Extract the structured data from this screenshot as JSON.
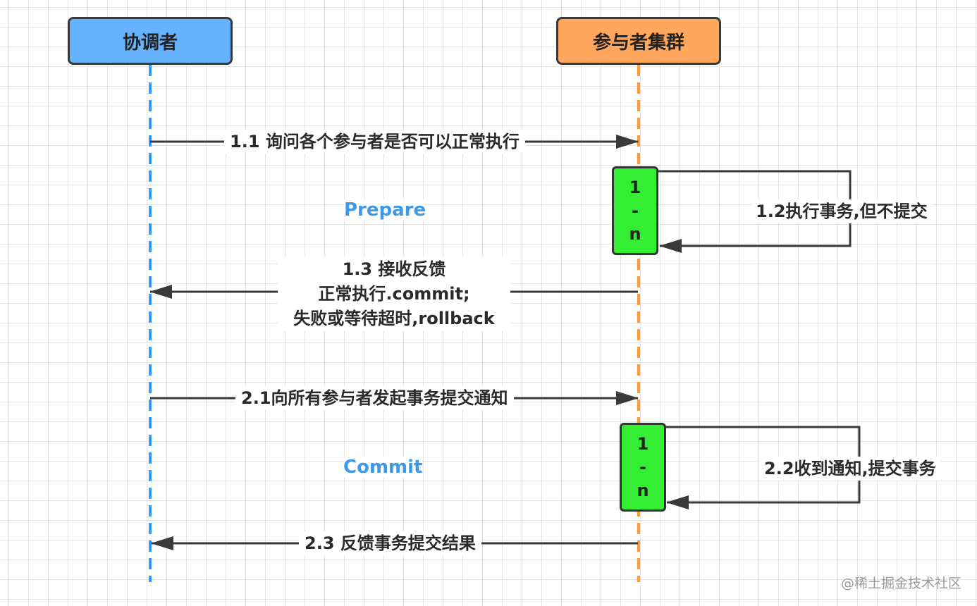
{
  "actors": {
    "coordinator": "协调者",
    "participants": "参与者集群"
  },
  "phases": {
    "prepare": "Prepare",
    "commit": "Commit"
  },
  "messages": {
    "m1_1": "1.1 询问各个参与者是否可以正常执行",
    "m1_2": "1.2执行事务,但不提交",
    "m1_3": [
      "1.3 接收反馈",
      "正常执行.commit;",
      "失败或等待超时,rollback"
    ],
    "m2_1": "2.1向所有参与者发起事务提交通知",
    "m2_2": "2.2收到通知,提交事务",
    "m2_3": "2.3 反馈事务提交结果"
  },
  "activations": {
    "first": [
      "1",
      "-",
      "n"
    ],
    "second": [
      "1",
      "-",
      "n"
    ]
  },
  "colors": {
    "coordinator": "#66b2ff",
    "participants": "#ffa75c",
    "coordinator_lifeline": "#3399ff",
    "participants_lifeline": "#ff9933",
    "activation": "#33ee33",
    "phase_text": "#3d9ae8",
    "arrow": "#3a3a3a"
  },
  "watermark": "@稀土掘金技术社区"
}
